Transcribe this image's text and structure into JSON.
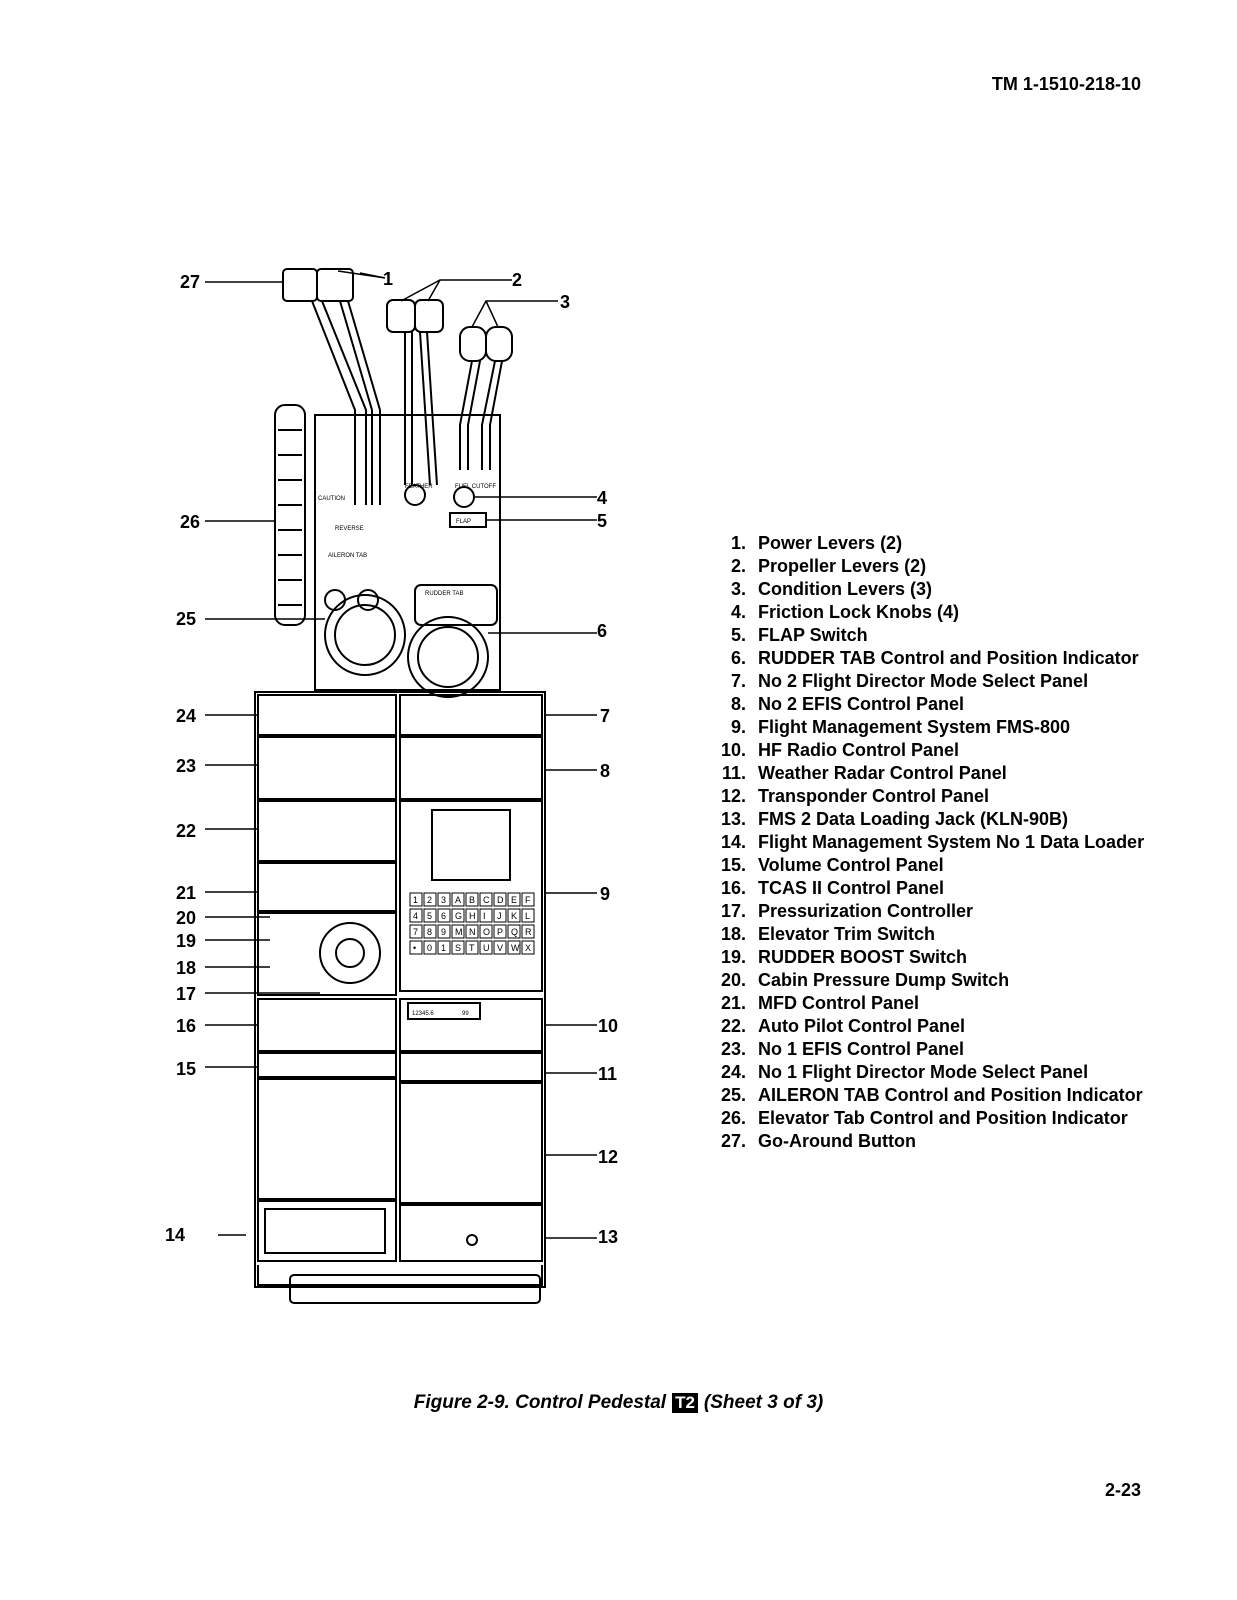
{
  "header": {
    "doc_id": "TM 1-1510-218-10"
  },
  "figure": {
    "caption_prefix": "Figure 2-9.  Control Pedestal",
    "badge": "T2",
    "caption_suffix": "(Sheet 3 of 3)"
  },
  "page_number": "2-23",
  "callouts": [
    "1",
    "2",
    "3",
    "4",
    "5",
    "6",
    "7",
    "8",
    "9",
    "10",
    "11",
    "12",
    "13",
    "14",
    "15",
    "16",
    "17",
    "18",
    "19",
    "20",
    "21",
    "22",
    "23",
    "24",
    "25",
    "26",
    "27"
  ],
  "legend": [
    {
      "num": "1.",
      "text": "Power Levers (2)"
    },
    {
      "num": "2.",
      "text": "Propeller Levers (2)"
    },
    {
      "num": "3.",
      "text": "Condition Levers (3)"
    },
    {
      "num": "4.",
      "text": "Friction Lock Knobs (4)"
    },
    {
      "num": "5.",
      "text": "FLAP Switch"
    },
    {
      "num": "6.",
      "text": "RUDDER TAB Control and Position Indicator"
    },
    {
      "num": "7.",
      "text": "No 2 Flight Director Mode Select Panel"
    },
    {
      "num": "8.",
      "text": "No 2 EFIS Control Panel"
    },
    {
      "num": "9.",
      "text": "Flight Management System  FMS-800"
    },
    {
      "num": "10.",
      "text": "HF Radio Control Panel"
    },
    {
      "num": "11.",
      "text": "Weather Radar Control Panel"
    },
    {
      "num": "12.",
      "text": "Transponder Control Panel"
    },
    {
      "num": "13.",
      "text": "FMS 2 Data Loading Jack (KLN-90B)"
    },
    {
      "num": "14.",
      "text": "Flight Management System No 1 Data Loader"
    },
    {
      "num": "15.",
      "text": "Volume Control Panel"
    },
    {
      "num": "16.",
      "text": "TCAS II Control Panel"
    },
    {
      "num": "17.",
      "text": "Pressurization Controller"
    },
    {
      "num": "18.",
      "text": "Elevator Trim Switch"
    },
    {
      "num": "19.",
      "text": "RUDDER BOOST Switch"
    },
    {
      "num": "20.",
      "text": "Cabin Pressure Dump Switch"
    },
    {
      "num": "21.",
      "text": "MFD Control Panel"
    },
    {
      "num": "22.",
      "text": "Auto Pilot Control Panel"
    },
    {
      "num": "23.",
      "text": "No 1 EFIS Control Panel"
    },
    {
      "num": "24.",
      "text": "No 1 Flight Director Mode Select Panel"
    },
    {
      "num": "25.",
      "text": "AILERON TAB Control and Position Indicator"
    },
    {
      "num": "26.",
      "text": "Elevator Tab Control and Position Indicator"
    },
    {
      "num": "27.",
      "text": "Go-Around Button"
    }
  ],
  "diagram_labels": {
    "reverse": "REVERSE",
    "feather": "FEATHER",
    "fuel_cutoff": "FUEL CUTOFF",
    "flap": "FLAP",
    "aileron_tab": "AILERON TAB",
    "rudder_tab": "RUDDER TAB",
    "caution": "CAUTION",
    "freq_readout": "12345.6",
    "channel_readout": "99",
    "fms_keys": [
      "1",
      "2",
      "3",
      "A",
      "B",
      "C",
      "D",
      "E",
      "F",
      "4",
      "5",
      "6",
      "G",
      "H",
      "I",
      "J",
      "K",
      "L",
      "7",
      "8",
      "9",
      "M",
      "N",
      "O",
      "P",
      "Q",
      "R",
      "•",
      "0",
      "1",
      "S",
      "T",
      "U",
      "V",
      "W",
      "X"
    ]
  }
}
